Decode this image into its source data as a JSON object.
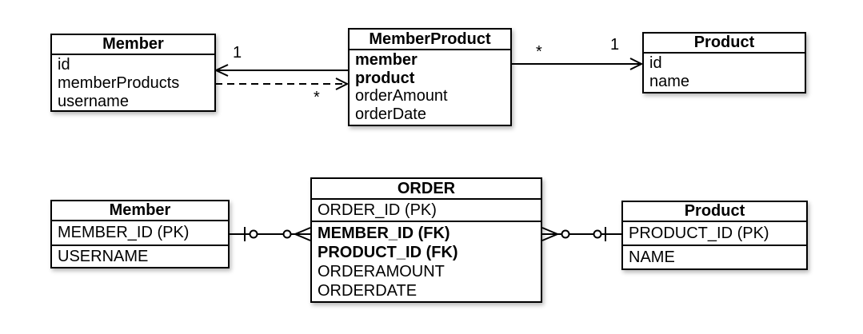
{
  "colors": {
    "line": "#000000",
    "background": "#ffffff",
    "text": "#000000"
  },
  "uml": {
    "member": {
      "title": "Member",
      "attributes": [
        "id",
        "memberProducts",
        "username"
      ]
    },
    "member_product": {
      "title": "MemberProduct",
      "attributes": [
        "member",
        "product",
        "orderAmount",
        "orderDate"
      ]
    },
    "product": {
      "title": "Product",
      "attributes": [
        "id",
        "name"
      ]
    },
    "multiplicities": {
      "one_near_member": "1",
      "many_near_memberproduct_left": "*",
      "many_near_memberproduct_right": "*",
      "one_near_product": "1"
    }
  },
  "er": {
    "member": {
      "title": "Member",
      "rows": [
        "MEMBER_ID (PK)",
        "USERNAME"
      ]
    },
    "order": {
      "title": "ORDER",
      "pk_row": "ORDER_ID (PK)",
      "attribute_rows": [
        "MEMBER_ID (FK)",
        "PRODUCT_ID (FK)",
        "ORDERAMOUNT",
        "ORDERDATE"
      ]
    },
    "product": {
      "title": "Product",
      "rows": [
        "PRODUCT_ID (PK)",
        "NAME"
      ]
    }
  }
}
